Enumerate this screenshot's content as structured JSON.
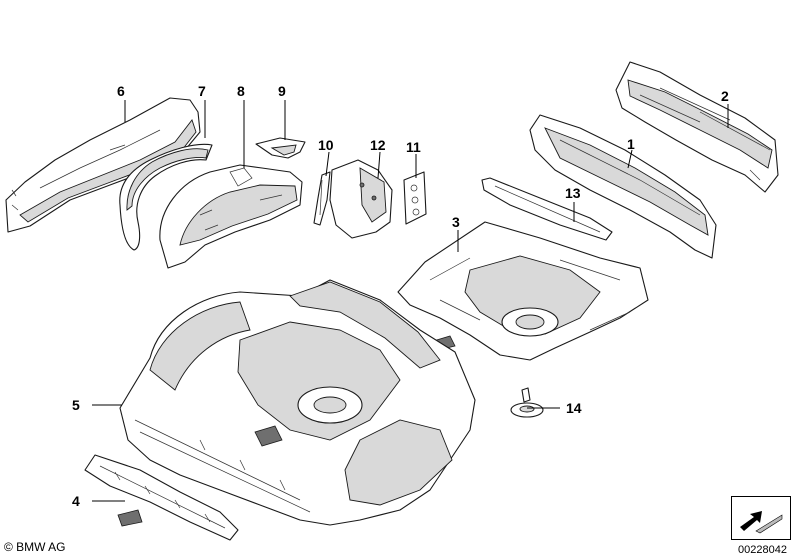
{
  "callouts": {
    "c1": "1",
    "c2": "2",
    "c3": "3",
    "c4": "4",
    "c5": "5",
    "c6": "6",
    "c7": "7",
    "c8": "8",
    "c9": "9",
    "c10": "10",
    "c11": "11",
    "c12": "12",
    "c13": "13",
    "c14": "14"
  },
  "footer": {
    "brand": "© BMW AG",
    "doc_number": "00228042"
  },
  "colors": {
    "line": "#1a1a1a",
    "shade": "#d9d9d9",
    "background": "#ffffff"
  },
  "icons": {
    "corner_box": "direction-arrow-icon"
  }
}
